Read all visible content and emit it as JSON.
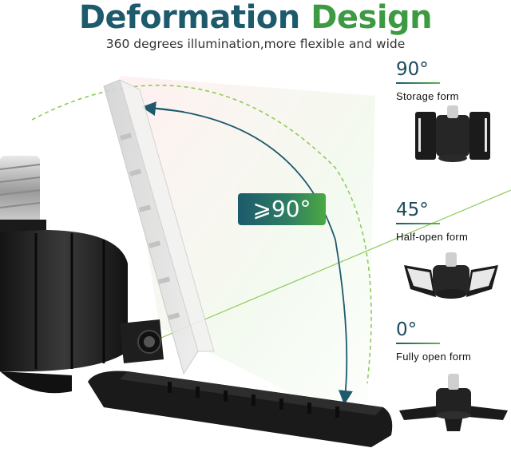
{
  "header": {
    "title_word1": "Deformation",
    "title_word2": "Design",
    "subtitle": "360 degrees illumination,more flexible and wide"
  },
  "angle_badge": "⩾90°",
  "forms": [
    {
      "degree": "90°",
      "label": "Storage form",
      "icon": "lamp-folded-icon"
    },
    {
      "degree": "45°",
      "label": "Half-open form",
      "icon": "lamp-half-open-icon"
    },
    {
      "degree": "0°",
      "label": "Fully open form",
      "icon": "lamp-fully-open-icon"
    }
  ],
  "colors": {
    "title_blue": "#1d5a6c",
    "title_green": "#3d9a43",
    "arc_blue": "#1d5a6c",
    "guide_green": "#8ecb5a"
  }
}
